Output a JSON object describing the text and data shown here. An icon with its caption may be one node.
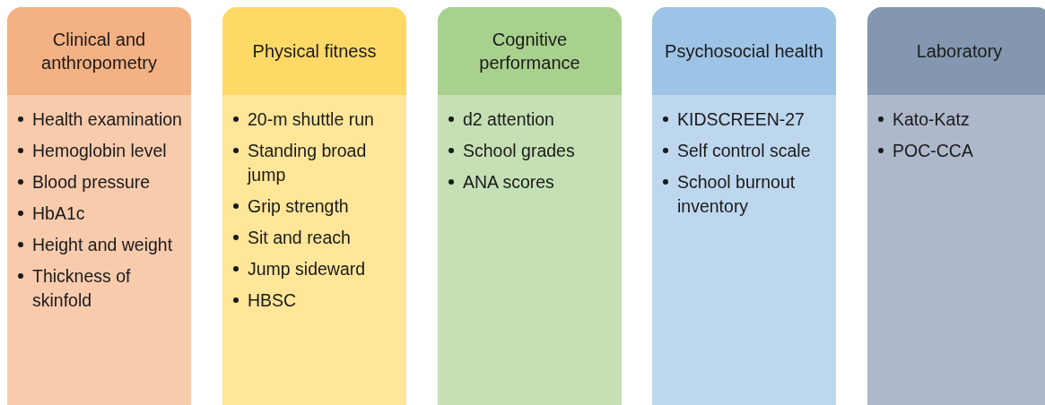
{
  "diagram": {
    "nodes": [
      {
        "text": [
          "Clinical and anthropometry",
          "Health examination",
          "Hemoglobin level",
          "Blood pressure",
          "HbA1c",
          "Height and weight",
          "Thickness of skinfold"
        ]
      },
      {
        "text": [
          "Physical fitness",
          "20-m shuttle run",
          "Standing broad jump",
          "Grip strength",
          "Sit and reach",
          "Jump sideward",
          "HBSC"
        ]
      },
      {
        "text": [
          "Cognitive performance",
          "d2 attention",
          "School grades",
          "ANA scores"
        ]
      },
      {
        "text": [
          "Psychosocial health",
          "KIDSCREEN-27",
          "Self control scale",
          "School burnout inventory"
        ]
      },
      {
        "text": [
          "Laboratory",
          "Kato-Katz",
          "POC-CCA"
        ]
      }
    ]
  }
}
